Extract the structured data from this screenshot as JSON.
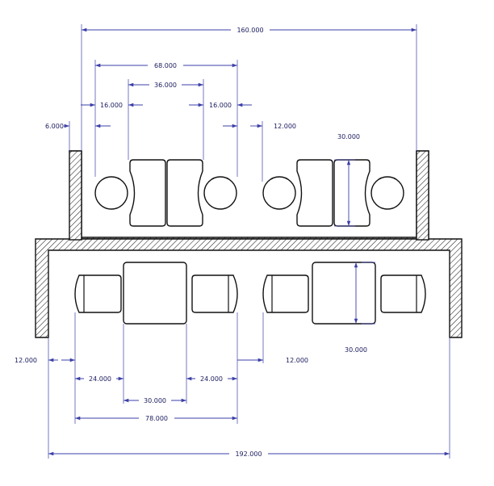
{
  "colors": {
    "dimension": "#3b3fa8",
    "outline": "#111111",
    "background": "#ffffff"
  },
  "dimensions": {
    "overall_top": "160.000",
    "top_table_span": "68.000",
    "top_table_inner": "36.000",
    "top_left_offset": "16.000",
    "top_right_offset": "16.000",
    "wall_thickness": "6.000",
    "top_right_gap": "12.000",
    "top_seat_depth": "30.000",
    "bottom_table_depth": "30.000",
    "bottom_left_gap": "12.000",
    "bottom_mid_gap": "12.000",
    "bottom_left_seat": "24.000",
    "bottom_right_seat": "24.000",
    "bottom_table_width": "30.000",
    "bottom_group_span": "78.000",
    "overall_bottom": "192.000"
  }
}
